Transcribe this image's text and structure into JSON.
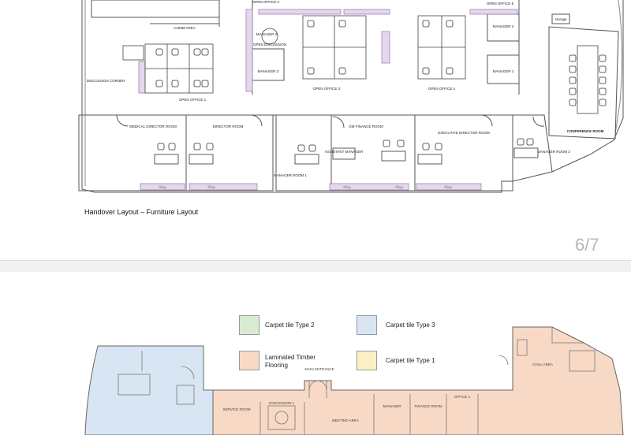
{
  "plan1": {
    "caption": "Handover Layout – Furniture Layout",
    "page_number": "6/7",
    "rooms": {
      "open_office_2": "OPEN OFFICE 2",
      "open_office_5": "OPEN OFFICE 5",
      "comm_area": "COMM AREA",
      "storage": "storage",
      "open_discussion": "OPEN DISCUSSION",
      "manager_2": "MANAGER 2",
      "manager_3": "MANAGER 3",
      "manager_1": "MANAGER 1",
      "discussion_corner": "DISCUSSION CORNER",
      "open_office_1": "OPEN OFFICE 1",
      "open_office_3": "OPEN OFFICE 3",
      "open_office_4": "OPEN OFFICE 4",
      "conference_room": "CONFERENCE ROOM",
      "medical_director_room": "MEDICAL DIRECTOR ROOM",
      "director_room": "DIRECTOR ROOM",
      "gm_finance_room": "GM FINANCE ROOM",
      "executive_director_room": "EXECUTIVE DIRECTOR ROOM",
      "assistant_manager": "ASSISTANT MANAGER",
      "manager_room_1": "MANAGER ROOM 1",
      "manager_room_2": "MANAGER ROOM 2",
      "filing": "filing"
    }
  },
  "plan2": {
    "legend": {
      "carpet_2": "Carpet tile Type 2",
      "carpet_3": "Carpet tile Type 3",
      "laminated": "Laminated Timber Flooring",
      "carpet_1": "Carpet tile Type 1"
    },
    "legend_colors": {
      "carpet_2": "#d9ecd2",
      "carpet_3": "#d8e6f4",
      "laminated": "#f7d9c6",
      "carpet_1": "#fbf0c3"
    },
    "labels": {
      "main_entrance": "MAIN ENTRANCE",
      "chill_area": "CHILL AREA",
      "service_room": "SERVICE ROOM",
      "discussion": "DISCUSSION 1",
      "manager": "MANAGER",
      "finance": "FINANCE ROOM",
      "office": "OFFICE 1",
      "meeting_area": "MEETING AREA"
    }
  }
}
